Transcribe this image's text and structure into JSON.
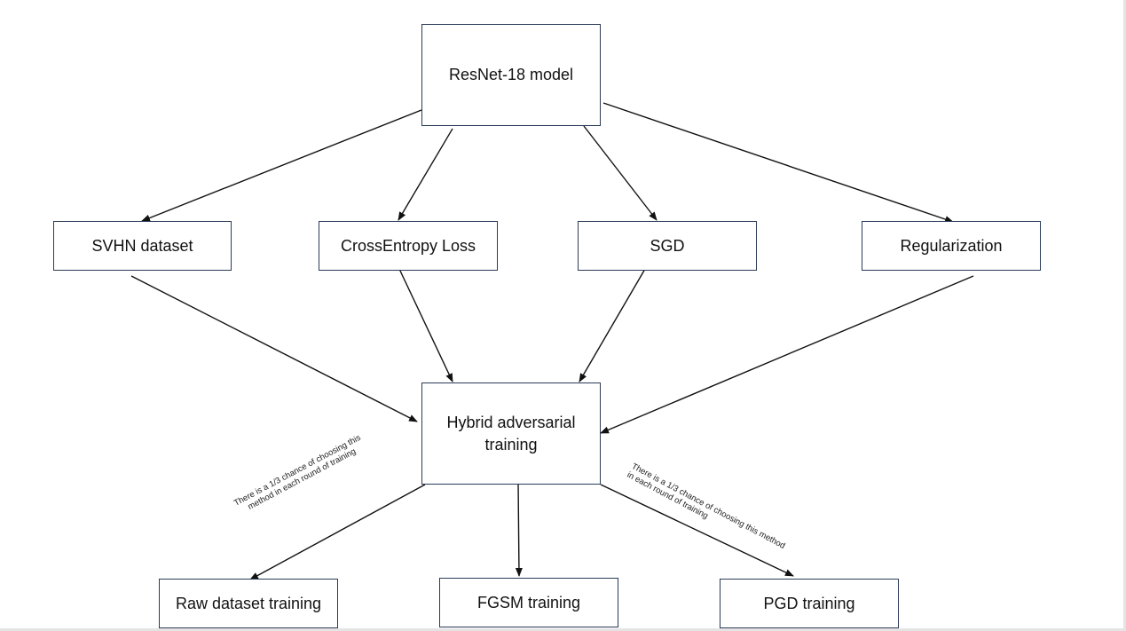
{
  "nodes": {
    "resnet": "ResNet-18 model",
    "svhn": "SVHN dataset",
    "crossentropy": "CrossEntropy Loss",
    "sgd": "SGD",
    "regularization": "Regularization",
    "hybrid": "Hybrid adversarial training",
    "raw": "Raw dataset training",
    "fgsm": "FGSM training",
    "pgd": "PGD training"
  },
  "annotations": {
    "left_line1": "There is a 1/3 chance of choosing this",
    "left_line2": "method in each round of training",
    "right_line1": "There is a 1/3 chance of choosing this method",
    "right_line2": "in each round of training"
  },
  "edges": [
    {
      "from": "resnet",
      "to": "svhn"
    },
    {
      "from": "resnet",
      "to": "crossentropy"
    },
    {
      "from": "resnet",
      "to": "sgd"
    },
    {
      "from": "resnet",
      "to": "regularization"
    },
    {
      "from": "svhn",
      "to": "hybrid"
    },
    {
      "from": "crossentropy",
      "to": "hybrid"
    },
    {
      "from": "sgd",
      "to": "hybrid"
    },
    {
      "from": "regularization",
      "to": "hybrid"
    },
    {
      "from": "hybrid",
      "to": "raw"
    },
    {
      "from": "hybrid",
      "to": "fgsm"
    },
    {
      "from": "hybrid",
      "to": "pgd"
    }
  ],
  "colors": {
    "border": "#2b3a57",
    "arrow": "#111111",
    "background": "#ffffff"
  }
}
